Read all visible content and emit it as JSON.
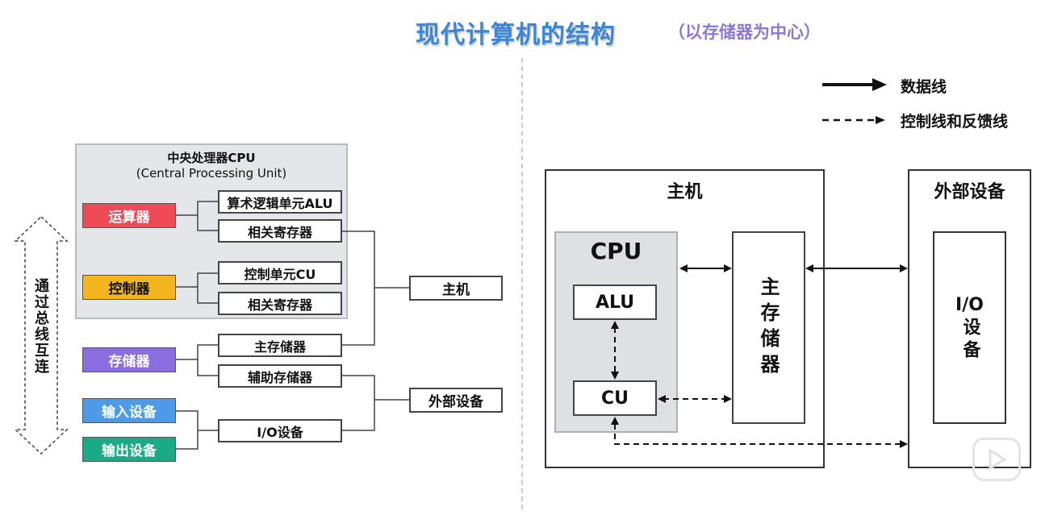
{
  "title": "现代计算机的结构",
  "subtitle": "（以存储器为中心）",
  "left_diagram": {
    "bus_label": "通过总线互连",
    "cpu_group": {
      "title": "中央处理器CPU",
      "subtitle": "(Central Processing Unit)"
    },
    "categories": [
      {
        "label": "运算器",
        "color": "#ef4a55"
      },
      {
        "label": "控制器",
        "color": "#f3b61f"
      },
      {
        "label": "存储器",
        "color": "#8a6ee0"
      },
      {
        "label": "输入设备",
        "color": "#4d9be8"
      },
      {
        "label": "输出设备",
        "color": "#1aab86"
      }
    ],
    "components": [
      "算术逻辑单元ALU",
      "相关寄存器",
      "控制单元CU",
      "相关寄存器",
      "主存储器",
      "辅助存储器",
      "I/O设备"
    ],
    "groups": [
      "主机",
      "外部设备"
    ]
  },
  "legend": {
    "data_line": "数据线",
    "control_line": "控制线和反馈线"
  },
  "right_diagram": {
    "host_label": "主机",
    "cpu_label": "CPU",
    "alu_label": "ALU",
    "cu_label": "CU",
    "main_memory_label": "主存储器",
    "external_label": "外部设备",
    "io_label_top": "I/O",
    "io_label_bottom": "设备"
  }
}
